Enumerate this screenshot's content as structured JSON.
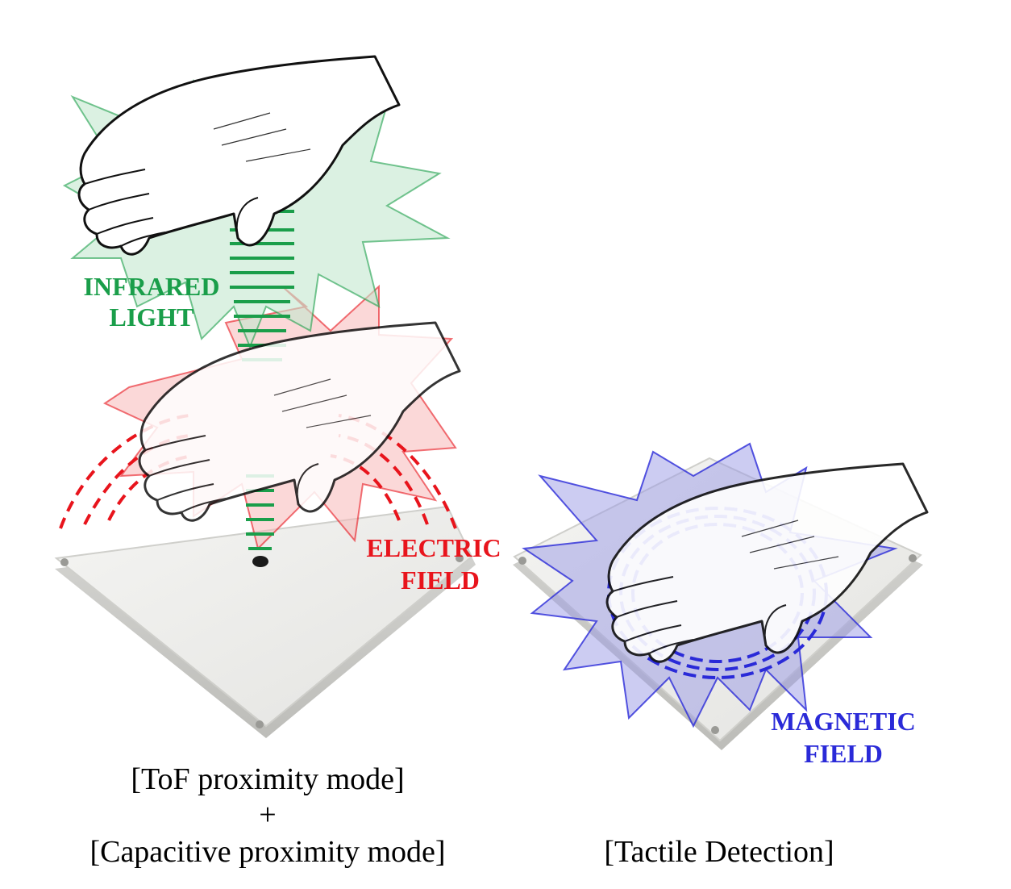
{
  "labels": {
    "infrared_line1": "INFRARED",
    "infrared_line2": "LIGHT",
    "electric_line1": "ELECTRIC",
    "electric_line2": "FIELD",
    "magnetic_line1": "MAGNETIC",
    "magnetic_line2": "FIELD"
  },
  "captions": {
    "left_line1": "[ToF proximity mode]",
    "left_line2": "+",
    "left_line3": "[Capacitive proximity mode]",
    "right_line1": "[Tactile Detection]"
  },
  "colors": {
    "infrared": "#1a9e4a",
    "electric": "#e8141c",
    "magnetic": "#2a2ad8",
    "panel": "#ececea"
  }
}
